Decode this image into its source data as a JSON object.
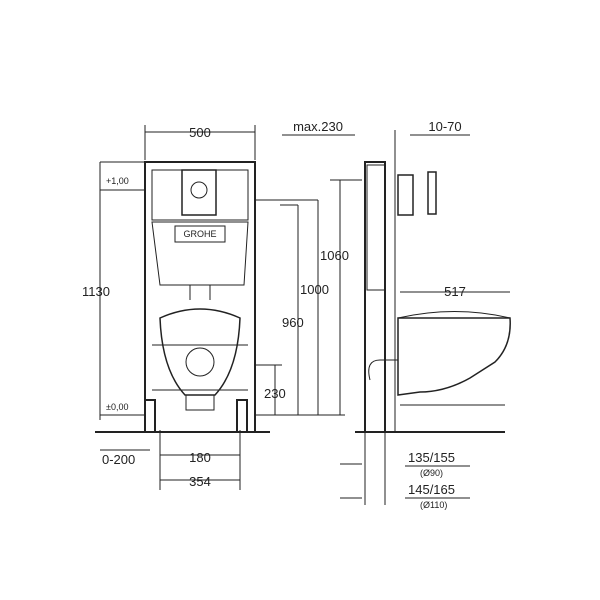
{
  "logo": "GROHE",
  "dimensions": {
    "frame_width": "500",
    "max_depth": "max.230",
    "plate_depth": "10-70",
    "level_top": "+1,00",
    "level_zero": "±0,00",
    "height_total": "1130",
    "height_1060": "1060",
    "height_1000": "1000",
    "height_960": "960",
    "height_230": "230",
    "bowl_projection": "517",
    "foot_adjust": "0-200",
    "bolt_spacing": "180",
    "bowl_width": "354",
    "pipe_90": "135/155",
    "pipe_90_dia": "(Ø90)",
    "pipe_110": "145/165",
    "pipe_110_dia": "(Ø110)"
  }
}
